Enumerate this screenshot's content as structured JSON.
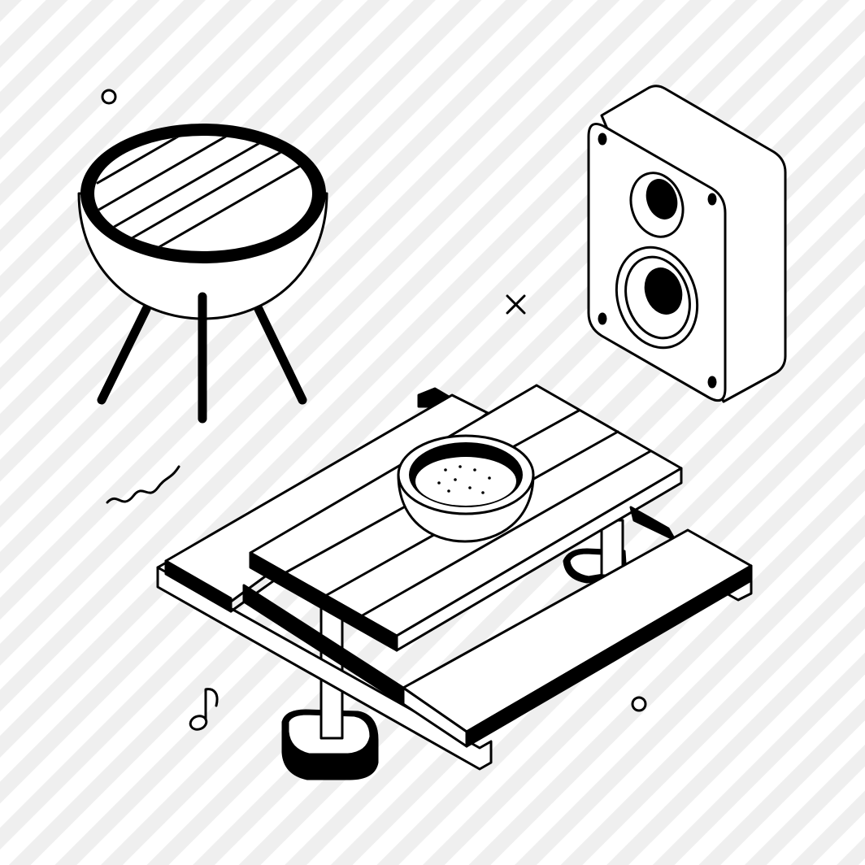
{
  "illustration": {
    "subject": "picnic-scene",
    "style": "isometric-line-art",
    "background_pattern": "diagonal-stripes",
    "colors": {
      "line": "#000000",
      "fill": "#ffffff",
      "stripe": "#efefef"
    },
    "objects": [
      "barbecue-grill-icon",
      "speaker-icon",
      "picnic-table-icon",
      "food-bowl-icon",
      "music-note-icon",
      "sparkle-icon",
      "wave-squiggle-icon",
      "circle-dot-icon"
    ]
  }
}
